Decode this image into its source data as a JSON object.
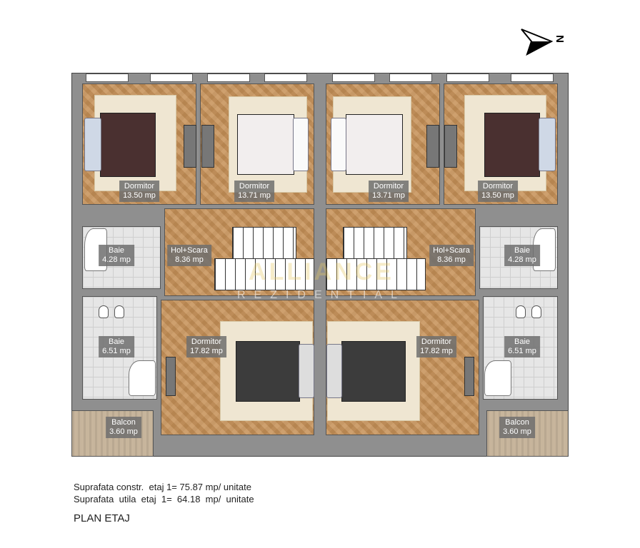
{
  "compass": {
    "letter": "N"
  },
  "watermark": {
    "brand": "ALLIANCE",
    "sub": "REZIDENTIAL"
  },
  "rooms": [
    {
      "name": "Dormitor",
      "area": "13.50 mp"
    },
    {
      "name": "Dormitor",
      "area": "13.71 mp"
    },
    {
      "name": "Dormitor",
      "area": "13.71 mp"
    },
    {
      "name": "Dormitor",
      "area": "13.50 mp"
    },
    {
      "name": "Baie",
      "area": "4.28 mp"
    },
    {
      "name": "Hol+Scara",
      "area": "8.36 mp"
    },
    {
      "name": "Hol+Scara",
      "area": "8.36 mp"
    },
    {
      "name": "Baie",
      "area": "4.28 mp"
    },
    {
      "name": "Baie",
      "area": "6.51 mp"
    },
    {
      "name": "Dormitor",
      "area": "17.82 mp"
    },
    {
      "name": "Dormitor",
      "area": "17.82 mp"
    },
    {
      "name": "Baie",
      "area": "6.51 mp"
    },
    {
      "name": "Balcon",
      "area": "3.60 mp"
    },
    {
      "name": "Balcon",
      "area": "3.60 mp"
    }
  ],
  "notes": {
    "line1": "Suprafata constr.  etaj 1= 75.87 mp/ unitate",
    "line2": "Suprafata  utila  etaj  1=  64.18  mp/  unitate",
    "title": "PLAN ETAJ"
  }
}
